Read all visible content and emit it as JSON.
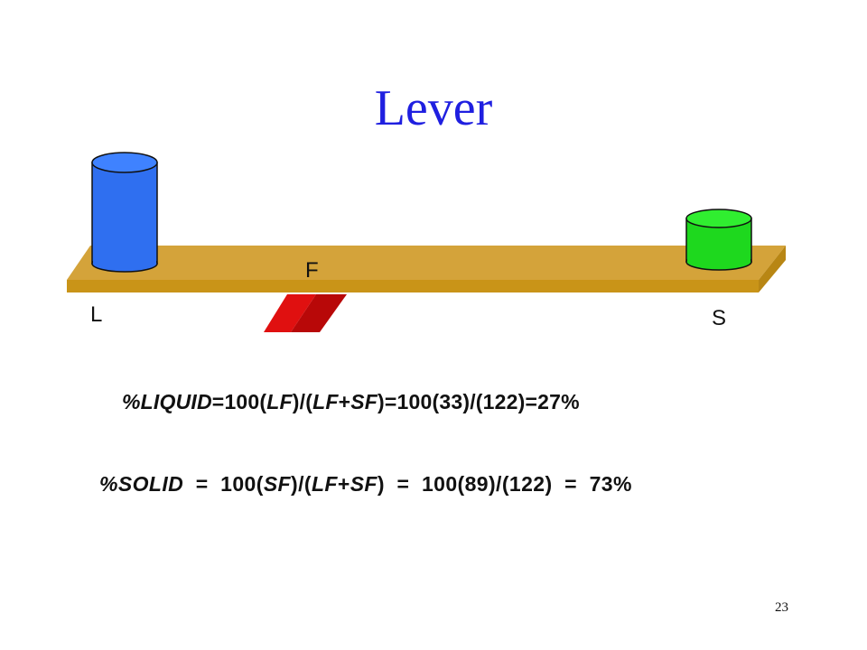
{
  "slide": {
    "title": "Lever",
    "page_number": "23"
  },
  "diagram": {
    "labels": {
      "left": "L",
      "fulcrum": "F",
      "right": "S"
    },
    "colors": {
      "beam": "#d4a33a",
      "beam_edge": "#a87c22",
      "left_cylinder": "#2f6ff0",
      "right_cylinder": "#1ed81e",
      "fulcrum": "#e01010"
    }
  },
  "equations": {
    "liquid": {
      "lhs": "%LIQUID",
      "eq1": "=",
      "c1": "100(",
      "v1": "LF",
      "c2": ")/(",
      "v2": "LF",
      "plus": "+",
      "v3": "SF",
      "c3": ")",
      "eq2": "=",
      "num": "100(33)/(122)",
      "eq3": "=",
      "result": "27%"
    },
    "solid": {
      "lhs": "%SOLID",
      "eq1": "=",
      "c1": "100(",
      "v1": "SF",
      "c2": ")/(",
      "v2": "LF",
      "plus": "+",
      "v3": "SF",
      "c3": ")",
      "eq2": "=",
      "num": "100(89)/(122)",
      "eq3": "=",
      "result": "73%"
    }
  }
}
